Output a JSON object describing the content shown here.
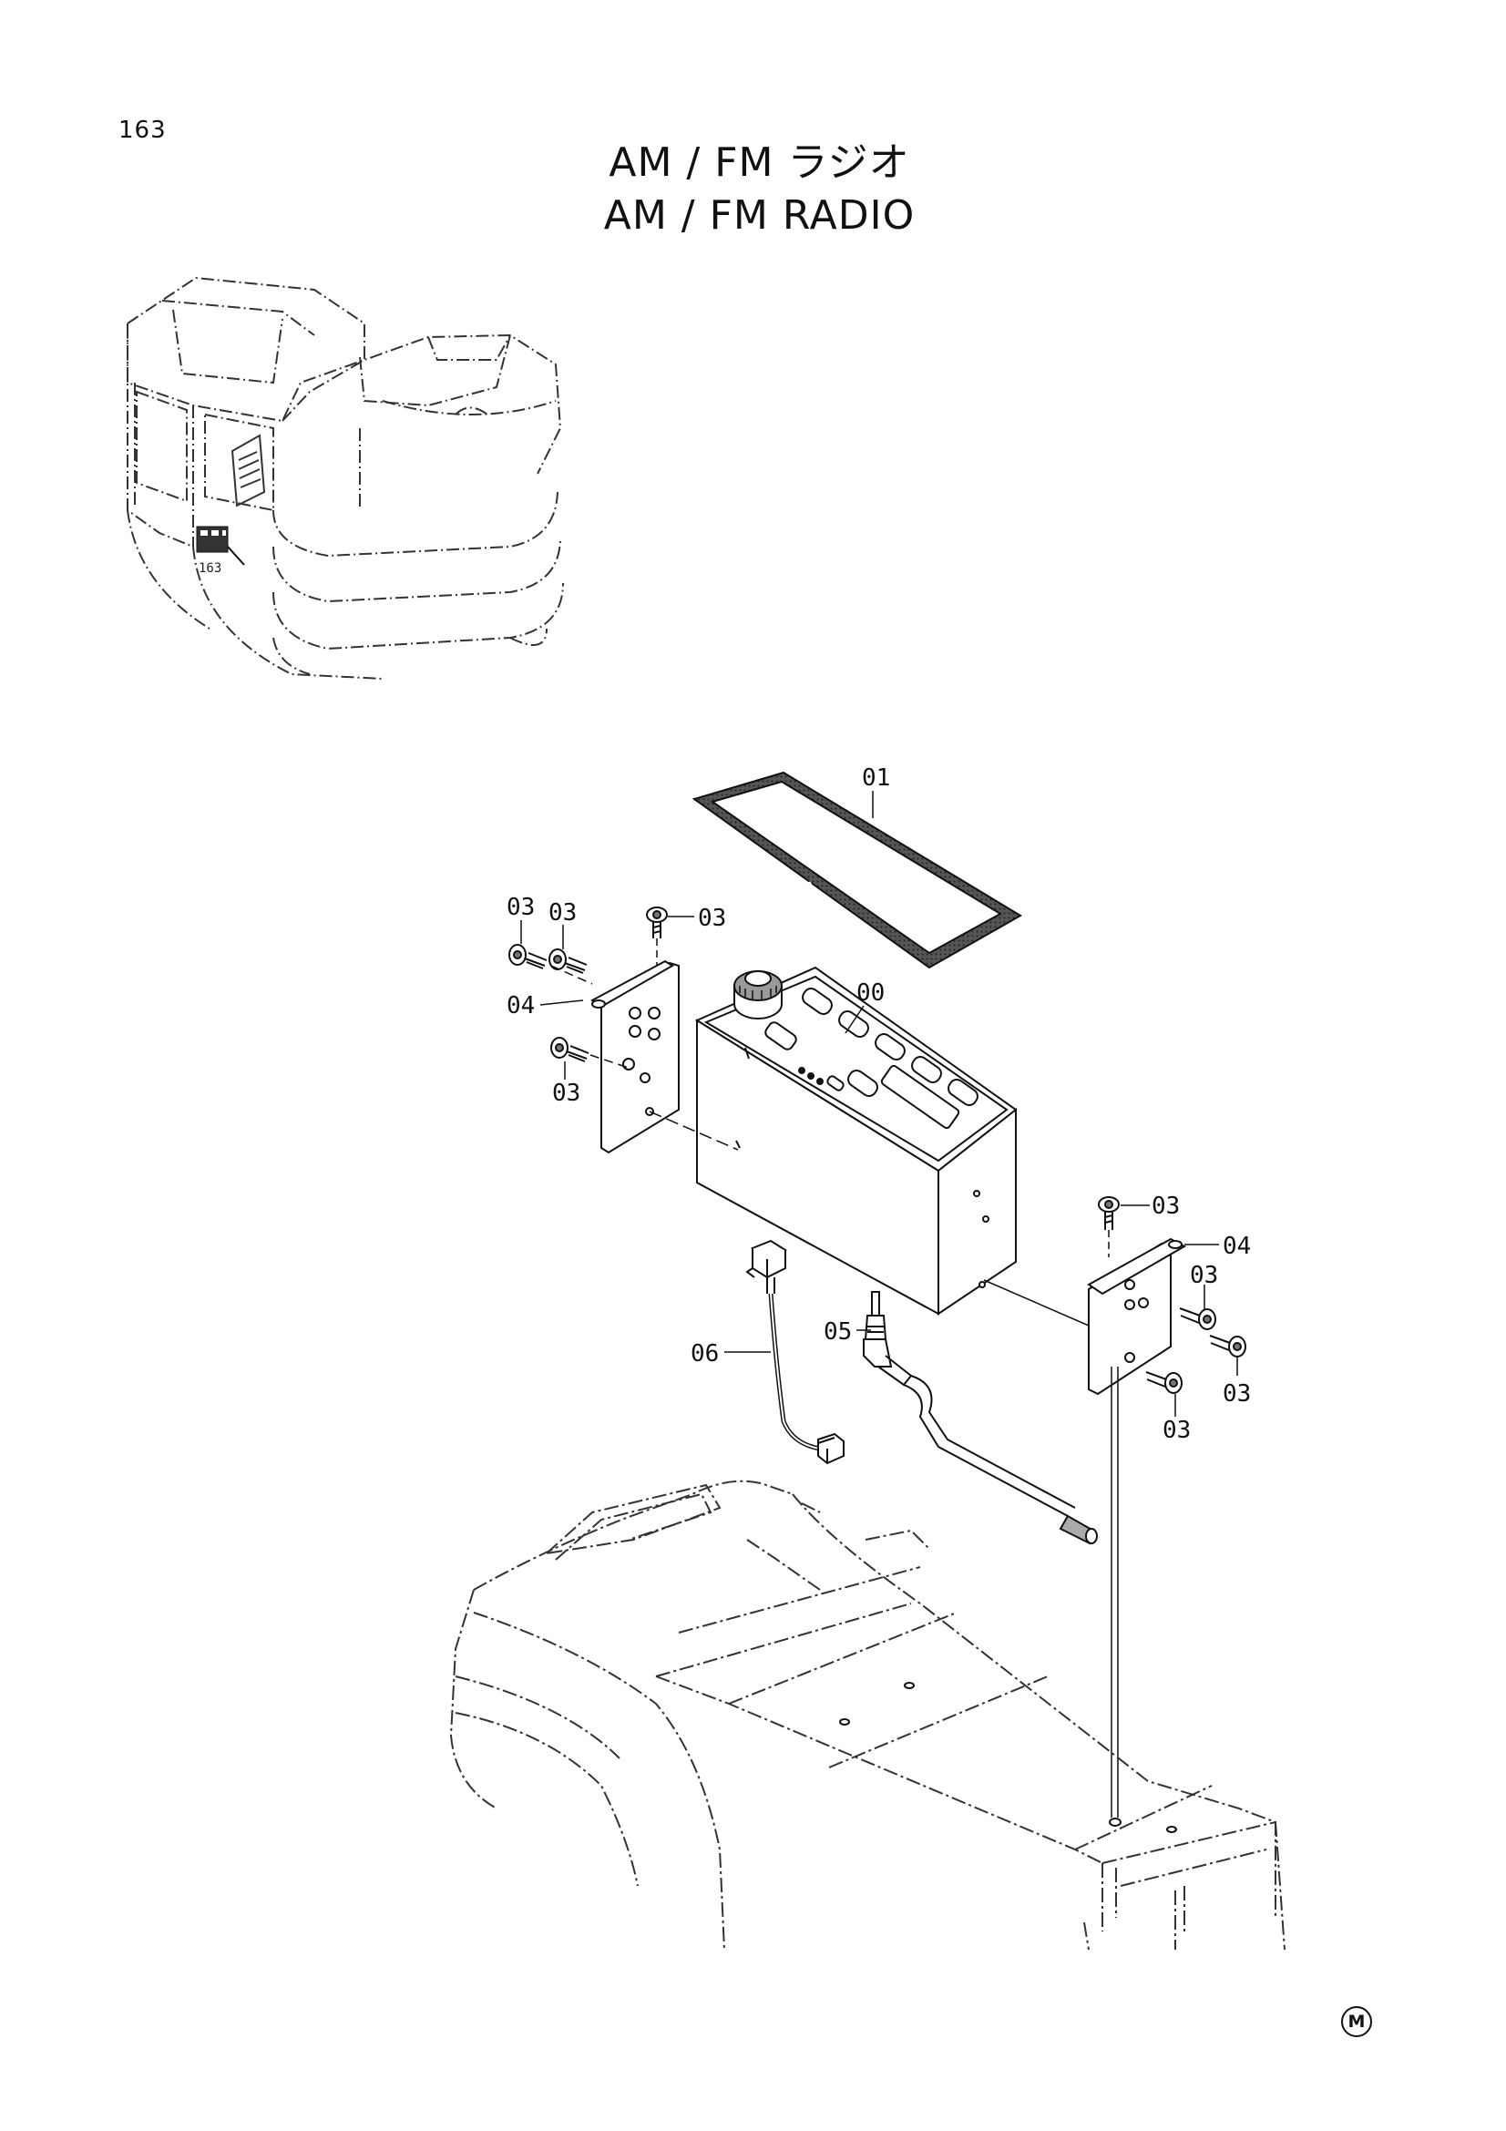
{
  "page": {
    "number": "163",
    "title_ja": "AM / FM ラジオ",
    "title_en": "AM / FM RADIO"
  },
  "callouts": [
    {
      "id": "c01",
      "label": "01"
    },
    {
      "id": "c00",
      "label": "00"
    },
    {
      "id": "c03a",
      "label": "03"
    },
    {
      "id": "c03b",
      "label": "03"
    },
    {
      "id": "c03c",
      "label": "03"
    },
    {
      "id": "c04a",
      "label": "04"
    },
    {
      "id": "c03d",
      "label": "03"
    },
    {
      "id": "c03e",
      "label": "03"
    },
    {
      "id": "c04b",
      "label": "04"
    },
    {
      "id": "c03f",
      "label": "03"
    },
    {
      "id": "c03g",
      "label": "03"
    },
    {
      "id": "c03h",
      "label": "03"
    },
    {
      "id": "c05",
      "label": "05"
    },
    {
      "id": "c06",
      "label": "06"
    }
  ],
  "thumbnail": {
    "label": "163"
  },
  "footer": {
    "mark": "M"
  }
}
